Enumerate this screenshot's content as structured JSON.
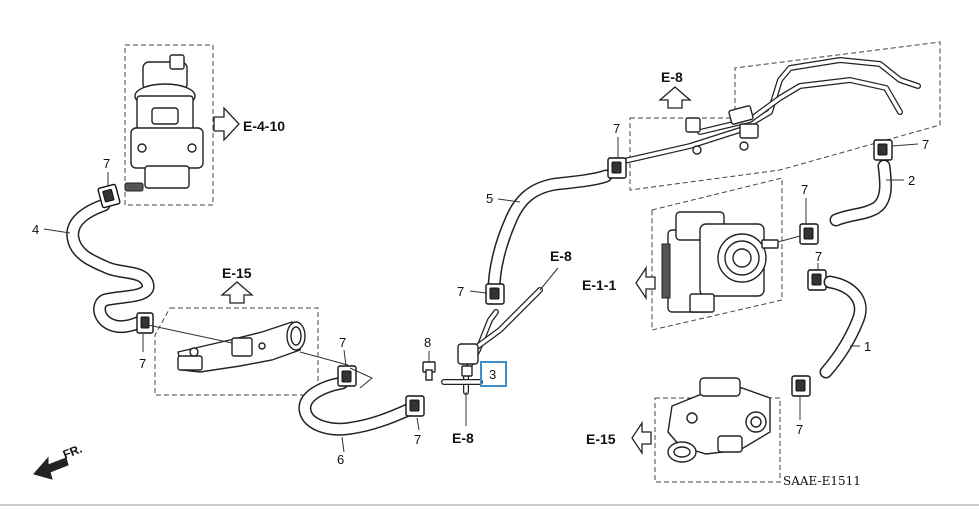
{
  "labels": {
    "part_1": "1",
    "part_2": "2",
    "part_3": "3",
    "part_4": "4",
    "part_5": "5",
    "part_6": "6",
    "part_7": "7",
    "part_8": "8"
  },
  "references": {
    "egr_valve": "E-4-10",
    "water_outlet_upper": "E-15",
    "water_outlet_lower": "E-15",
    "pipe_top": "E-8",
    "pipe_right": "E-8",
    "pipe_bottom": "E-8",
    "throttle_body": "E-1-1"
  },
  "diagram_code": "SAAE-E1511",
  "direction": "FR.",
  "colors": {
    "ink": "#222222",
    "highlight": "#3a8fc9",
    "background": "#ffffff"
  }
}
